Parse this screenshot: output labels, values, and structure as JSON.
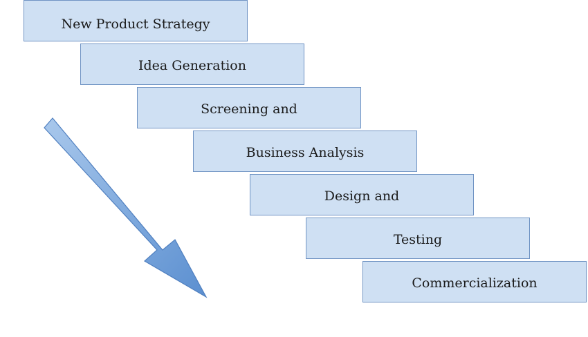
{
  "diagram": {
    "steps": [
      {
        "label": "New Product Strategy"
      },
      {
        "label": "Idea Generation"
      },
      {
        "label": "Screening and"
      },
      {
        "label": "Business Analysis"
      },
      {
        "label": "Design and"
      },
      {
        "label": "Testing"
      },
      {
        "label": "Commercialization"
      }
    ],
    "colors": {
      "box_fill": "#cfe0f3",
      "box_border": "#6f93c3",
      "arrow_light": "#a9c8ec",
      "arrow_dark": "#5b8fd0"
    },
    "arrow_icon": "down-right-arrow-icon"
  }
}
